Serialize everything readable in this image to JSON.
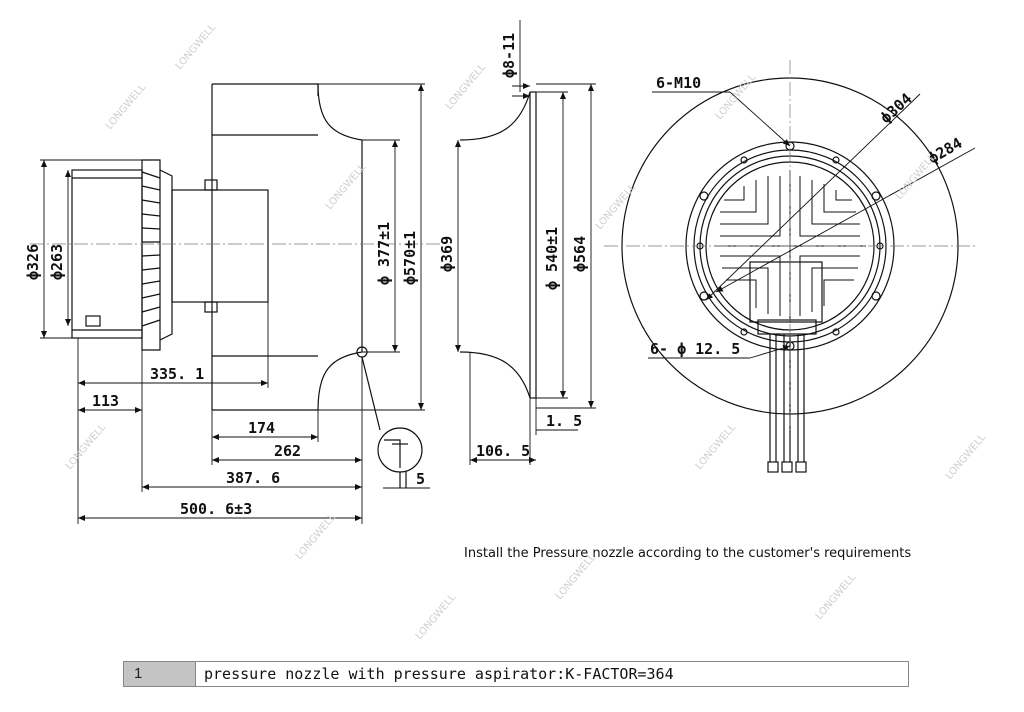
{
  "drawing": {
    "side_view": {
      "d_326": "ϕ326",
      "d_263": "ϕ263",
      "d_377": "ϕ 377±1",
      "d_570": "ϕ570±1",
      "l_335": "335. 1",
      "l_113": "113",
      "l_174": "174",
      "l_262": "262",
      "l_387": "387. 6",
      "l_500": "500. 6±3",
      "l_5": "5"
    },
    "nozzle_view": {
      "d_8_11": "ϕ8-11",
      "d_369": "ϕ369",
      "d_540": "ϕ 540±1",
      "d_564": "ϕ564",
      "l_1_5": "1. 5",
      "l_106": "106. 5"
    },
    "front_view": {
      "thread": "6-M10",
      "d_304": "ϕ304",
      "d_284": "ϕ284",
      "holes": "6- ϕ 12. 5"
    }
  },
  "note": "Install the Pressure nozzle according to the customer's requirements",
  "table": {
    "index": "1",
    "description": "pressure nozzle with pressure aspirator:K-FACTOR=364"
  },
  "watermark": "LONGWELL"
}
